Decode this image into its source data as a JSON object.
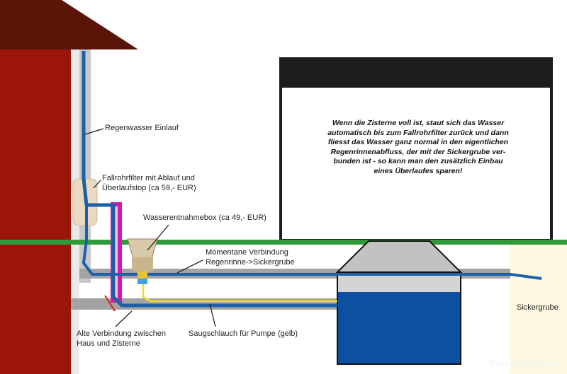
{
  "labels": {
    "regenwasser": "Regenwasser Einlauf",
    "fallrohrfilter_1": "Fallrohrfilter mit Ablauf und",
    "fallrohrfilter_2": "Überlaufstop (ca 59,- EUR)",
    "wasserentnahme": "Wasserentnahmebox (ca 49,- EUR)",
    "verbindung_1": "Momentane Verbindung",
    "verbindung_2": "Regenrinne->Sickergrube",
    "alte_1": "Alte Verbindung zwischen",
    "alte_2": "Haus und Zisterne",
    "saugschlauch": "Saugschlauch für Pumpe (gelb)",
    "sickergrube": "Sickergrube"
  },
  "info_lines": [
    "Wenn die Zisterne voll ist, staut sich das Wasser",
    "automatisch bis zum Fallrohrfilter zurück und dann",
    "fliesst das Wasser ganz normal in den eigentlichen",
    "Regenrinnenabfluss, der mit der Sickergrube ver-",
    "bunden ist - so kann man den zusätzlich Einbau",
    "eines Überlaufes sparen!"
  ],
  "watermark": "Bauexpertenforum",
  "colors": {
    "roof": "#5a1509",
    "wall": "#9b1608",
    "ground": "#2e9a3a",
    "water": "#1d60a8",
    "hose": "#f2dc24",
    "pipe": "#a3a3a3",
    "magenta": "#d418a8",
    "sump": "#fdf8df",
    "panel_bar": "#1d1d1d"
  }
}
